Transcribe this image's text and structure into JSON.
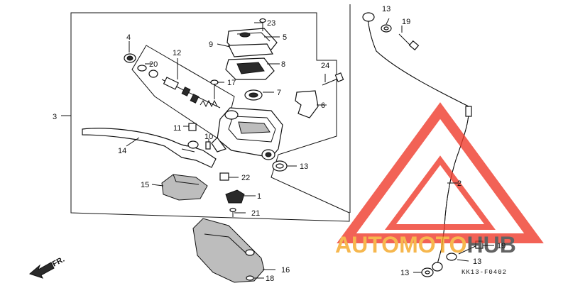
{
  "diagram": {
    "callouts": [
      {
        "id": "c1",
        "text": "1"
      },
      {
        "id": "c2",
        "text": "2"
      },
      {
        "id": "c3",
        "text": "3"
      },
      {
        "id": "c4",
        "text": "4"
      },
      {
        "id": "c5",
        "text": "5"
      },
      {
        "id": "c6",
        "text": "6"
      },
      {
        "id": "c7",
        "text": "7"
      },
      {
        "id": "c8",
        "text": "8"
      },
      {
        "id": "c9",
        "text": "9"
      },
      {
        "id": "c10",
        "text": "10"
      },
      {
        "id": "c11",
        "text": "11"
      },
      {
        "id": "c12",
        "text": "12"
      },
      {
        "id": "c13a",
        "text": "13"
      },
      {
        "id": "c13b",
        "text": "13"
      },
      {
        "id": "c13c",
        "text": "13"
      },
      {
        "id": "c13d",
        "text": "13"
      },
      {
        "id": "c14",
        "text": "14"
      },
      {
        "id": "c15",
        "text": "15"
      },
      {
        "id": "c16",
        "text": "16"
      },
      {
        "id": "c17",
        "text": "17"
      },
      {
        "id": "c18",
        "text": "18"
      },
      {
        "id": "c19a",
        "text": "19"
      },
      {
        "id": "c19b",
        "text": "19"
      },
      {
        "id": "c20",
        "text": "20"
      },
      {
        "id": "c21",
        "text": "21"
      },
      {
        "id": "c22",
        "text": "22"
      },
      {
        "id": "c23",
        "text": "23"
      },
      {
        "id": "c24",
        "text": "24"
      }
    ],
    "direction_label": "FR.",
    "diagram_code": "KK13-F0402"
  },
  "watermark": {
    "brand_part1": "AUTOMOTO",
    "brand_part2": "HUB",
    "colors": {
      "triangle": "#ef3b2c",
      "brand_orange": "#f5a623",
      "brand_dark": "#3b3b3b"
    }
  }
}
